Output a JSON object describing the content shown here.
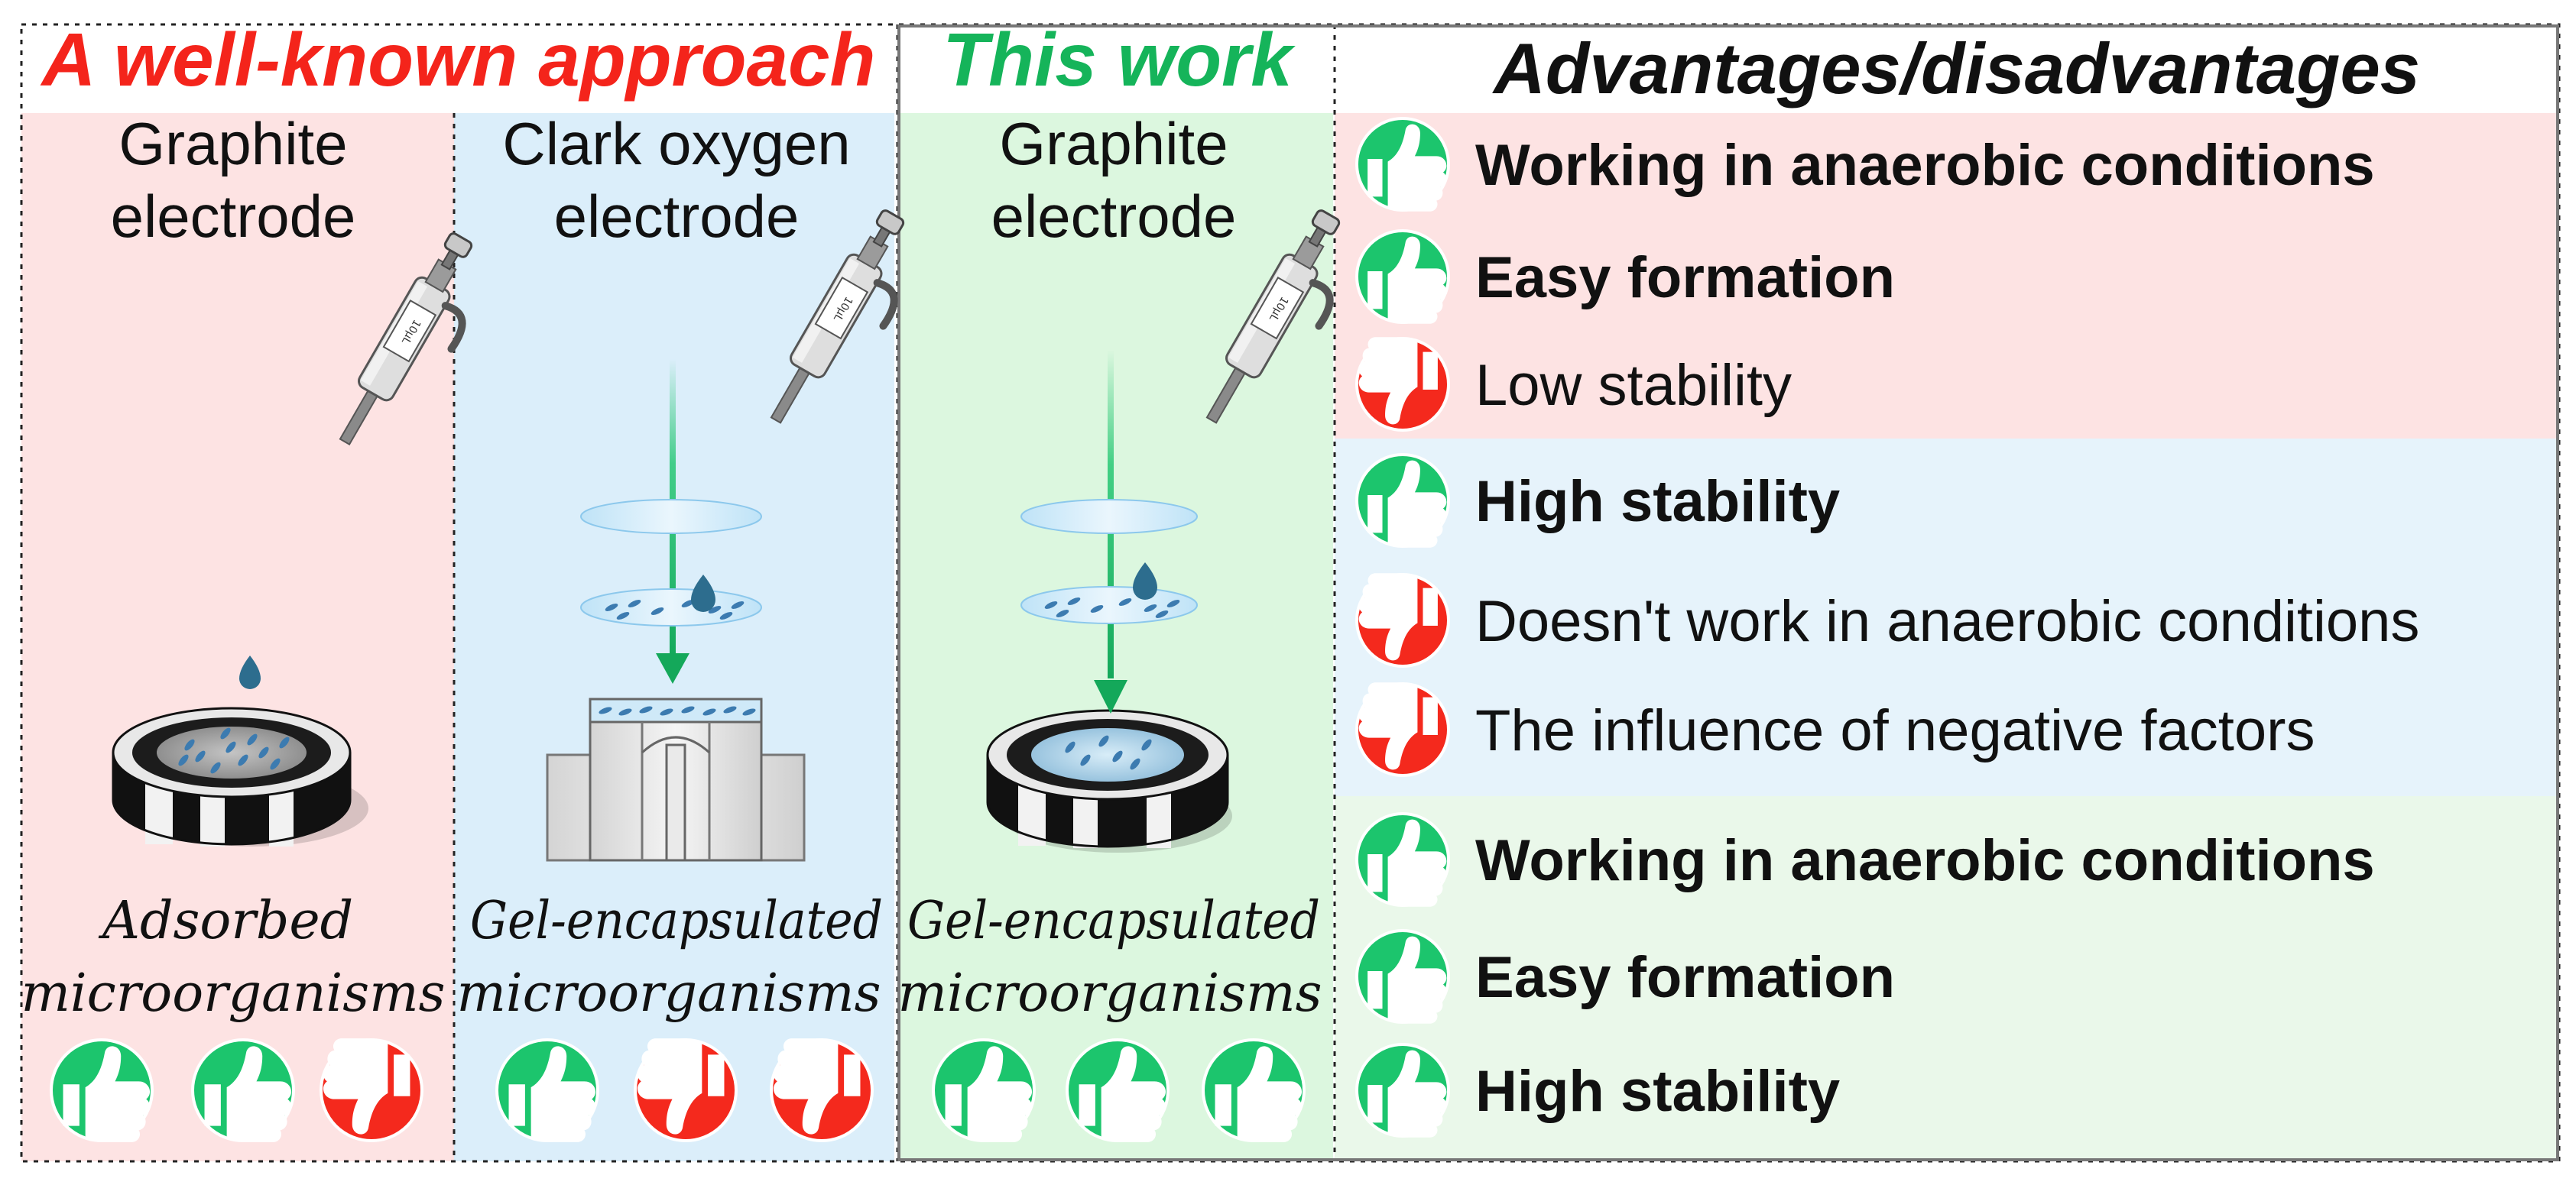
{
  "headers": {
    "known_approach": "A well-known approach",
    "this_work": "This work",
    "advantages": "Advantages/disadvantages"
  },
  "columns": [
    {
      "electrode": [
        "Graphite",
        "electrode"
      ],
      "caption": [
        "Adsorbed",
        "microorganisms"
      ],
      "ratings": [
        "up",
        "up",
        "down"
      ]
    },
    {
      "electrode": [
        "Clark oxygen",
        "electrode"
      ],
      "caption": [
        "Gel-encapsulated",
        "microorganisms"
      ],
      "ratings": [
        "up",
        "down",
        "down"
      ]
    },
    {
      "electrode": [
        "Graphite",
        "electrode"
      ],
      "caption": [
        "Gel-encapsulated",
        "microorganisms"
      ],
      "ratings": [
        "up",
        "up",
        "up"
      ]
    }
  ],
  "pipette_label": "10μL",
  "sections": [
    {
      "items": [
        {
          "type": "up",
          "text": "Working in anaerobic conditions"
        },
        {
          "type": "up",
          "text": "Easy formation"
        },
        {
          "type": "down",
          "text": "Low stability"
        }
      ]
    },
    {
      "items": [
        {
          "type": "up",
          "text": "High stability"
        },
        {
          "type": "down",
          "text": "Doesn't work in anaerobic conditions"
        },
        {
          "type": "down",
          "text": "The influence of negative factors"
        }
      ]
    },
    {
      "items": [
        {
          "type": "up",
          "text": "Working in anaerobic conditions"
        },
        {
          "type": "up",
          "text": "Easy formation"
        },
        {
          "type": "up",
          "text": "High stability"
        }
      ]
    }
  ],
  "colors": {
    "pink": "#fde3e3",
    "blue": "#dbeefa",
    "green": "#dcf7df",
    "green_light": "#eaf8ea",
    "red_title": "#f4241b",
    "green_title": "#15b45a",
    "thumb_up": "#1cc56d",
    "thumb_down": "#f4291d"
  }
}
